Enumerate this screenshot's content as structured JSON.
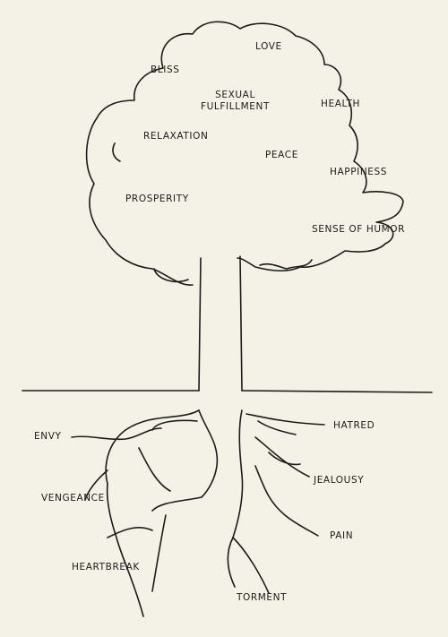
{
  "tree_labels": {
    "love": "LOVE",
    "bliss": "BLISS",
    "sexual_fulfillment": "SEXUAL\nFULFILLMENT",
    "health": "HEALTH",
    "relaxation": "RELAXATION",
    "peace": "PEACE",
    "happiness": "HAPPINESS",
    "prosperity": "PROSPERITY",
    "sense_of_humor": "SENSE OF HUMOR"
  },
  "root_labels": {
    "envy": "ENVY",
    "hatred": "HATRED",
    "vengeance": "VENGEANCE",
    "jealousy": "JEALOUSY",
    "pain": "PAIN",
    "heartbreak": "HEARTBREAK",
    "torment": "TORMENT"
  }
}
